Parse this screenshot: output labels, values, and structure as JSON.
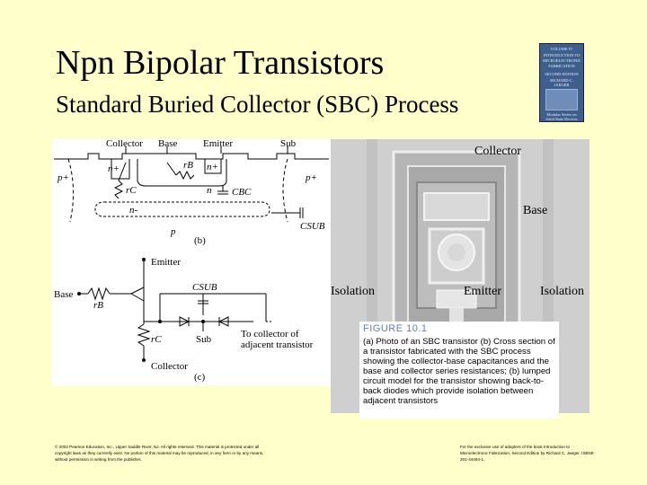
{
  "slide": {
    "title": "Npn Bipolar Transistors",
    "subtitle": "Standard Buried Collector (SBC) Process"
  },
  "book_cover": {
    "lines": [
      "VOLUME IV",
      "INTRODUCTION TO",
      "MICROELECTRONIC",
      "FABRICATION",
      "SECOND EDITION",
      "RICHARD C. JAEGER"
    ],
    "footer": "Modular Series on Solid State Devices"
  },
  "cross_section": {
    "terminal_labels": [
      "Collector",
      "Base",
      "Emitter",
      "Sub"
    ],
    "regions": [
      "p+",
      "n+",
      "n",
      "n+",
      "p+",
      "n-",
      "p"
    ],
    "params": [
      "rC",
      "rB",
      "CBC",
      "CSUB"
    ],
    "panel_label": "(b)"
  },
  "circuit": {
    "labels": {
      "emitter": "Emitter",
      "base": "Base",
      "rB": "rB",
      "csub": "CSUB",
      "sub": "Sub",
      "rc": "rC",
      "collector": "Collector",
      "adjacent": [
        "To collector of",
        "adjacent transistor"
      ],
      "panel": "(c)"
    }
  },
  "photo": {
    "labels": {
      "collector": "Collector",
      "base": "Base",
      "isolation_left": "Isolation",
      "emitter": "Emitter",
      "isolation_right": "Isolation"
    }
  },
  "figure": {
    "title": "FIGURE 10.1",
    "caption": "(a) Photo of an SBC transistor (b) Cross section of a transistor fabricated with the SBC process showing the collector-base capacitances and the base and collector series resistances; (b) lumped circuit model for the transistor showing back-to-back diodes which provide isolation between adjacent transistors"
  },
  "footer": {
    "copyright": "© 2002 Pearson Education, Inc., Upper Saddle River, NJ. All rights reserved. This material is protected under all copyright laws as they currently exist. No portion of this material may be reproduced, in any form or by any means, without permission in writing from the publisher.",
    "rights": "For the exclusive use of adopters of the book Introduction to Microelectronic Fabrication, Second Edition by Richard C. Jaeger. ISBN0-201-44494-1."
  },
  "colors": {
    "background": "#ffffcc",
    "figure_title": "#5f7fb5",
    "book_cover": "#3e5f8e"
  }
}
